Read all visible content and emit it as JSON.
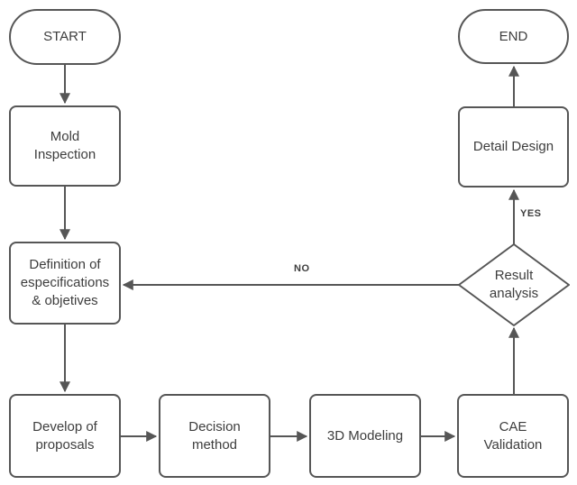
{
  "diagram": {
    "type": "flowchart",
    "nodes": {
      "start": "START",
      "mold_inspection": "Mold\nInspection",
      "definition": "Definition of\nespecifications\n& objetives",
      "develop_proposals": "Develop of\nproposals",
      "decision_method": "Decision\nmethod",
      "modeling_3d": "3D Modeling",
      "cae_validation": "CAE\nValidation",
      "result_analysis": "Result\nanalysis",
      "detail_design": "Detail Design",
      "end": "END"
    },
    "edge_labels": {
      "yes": "YES",
      "no": "NO"
    },
    "edges": [
      {
        "from": "start",
        "to": "mold_inspection"
      },
      {
        "from": "mold_inspection",
        "to": "definition"
      },
      {
        "from": "definition",
        "to": "develop_proposals"
      },
      {
        "from": "develop_proposals",
        "to": "decision_method"
      },
      {
        "from": "decision_method",
        "to": "modeling_3d"
      },
      {
        "from": "modeling_3d",
        "to": "cae_validation"
      },
      {
        "from": "cae_validation",
        "to": "result_analysis"
      },
      {
        "from": "result_analysis",
        "to": "detail_design",
        "label": "YES"
      },
      {
        "from": "result_analysis",
        "to": "definition",
        "label": "NO"
      },
      {
        "from": "detail_design",
        "to": "end"
      }
    ],
    "colors": {
      "background": "#ffffff",
      "node_fill": "#ffffff",
      "stroke": "#565656",
      "text": "#3d3d3d"
    }
  }
}
